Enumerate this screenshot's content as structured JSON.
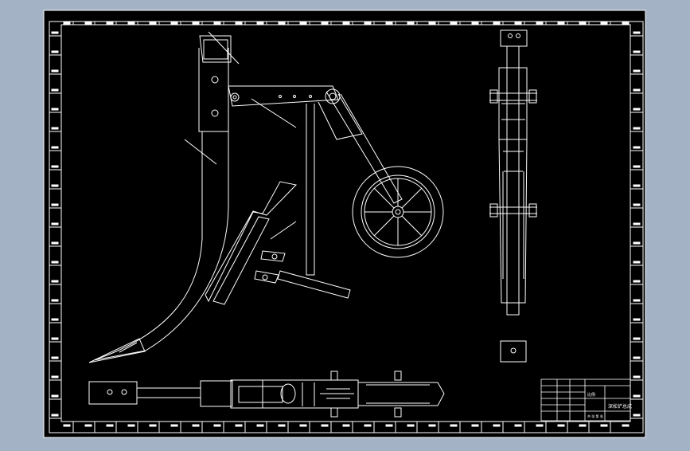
{
  "drawing": {
    "viewport_bg": "#a3b2c5",
    "paper_color": "#000000",
    "line_color": "#ffffff",
    "subject": "subsoiler-with-depth-wheel",
    "views": [
      "side-elevation",
      "front-elevation",
      "top-plan"
    ]
  },
  "title_block": {
    "drawing_name": "深松铲总成",
    "scale_text": "比例",
    "sheet_text": "共 张 第 张"
  }
}
